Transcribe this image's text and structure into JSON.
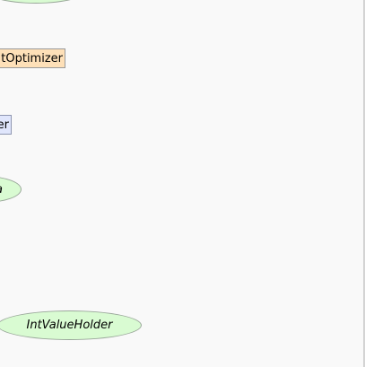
{
  "diagram": {
    "nodes": [
      {
        "id": "top",
        "label": "",
        "shape": "ellipse",
        "fill": "#d9fbd2"
      },
      {
        "id": "optimizer",
        "label": "tOptimizer",
        "shape": "rect",
        "fill": "#fee0b8"
      },
      {
        "id": "er",
        "label": "er",
        "shape": "rect",
        "fill": "#e0e6fc"
      },
      {
        "id": "a",
        "label": "a",
        "shape": "ellipse",
        "fill": "#d9fbd2"
      },
      {
        "id": "intvalueholder",
        "label": "IntValueHolder",
        "shape": "ellipse",
        "fill": "#d9fbd2"
      }
    ]
  }
}
